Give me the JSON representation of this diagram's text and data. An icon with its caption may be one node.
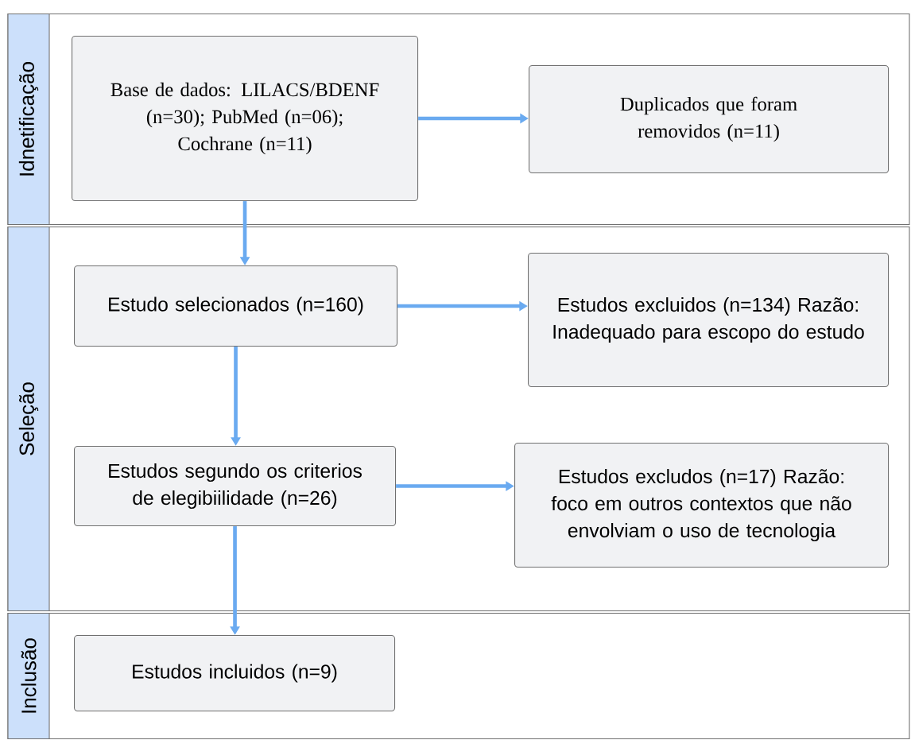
{
  "diagram": {
    "nodes": [
      {
        "text": [
          "Idnetificação"
        ]
      },
      {
        "text": [
          "Seleção"
        ]
      },
      {
        "text": [
          "Inclusão"
        ]
      },
      {
        "text": [
          "Base de dados: LILACS/BDENF (n=30); PubMed (n=06); Cochrane (n=11)"
        ],
        "in": 0
      },
      {
        "text": [
          "Duplicados que foram removidos (n=11)"
        ],
        "in": 0
      },
      {
        "text": [
          "Estudo selecionados (n=160)"
        ],
        "in": 1
      },
      {
        "text": [
          "Estudos excluidos (n=134) Razão: Inadequado para escopo do estudo"
        ],
        "in": 1
      },
      {
        "text": [
          "Estudos segundo os criterios de elegibiilidade  (n=26)"
        ],
        "in": 1
      },
      {
        "text": [
          "Estudos excludos (n=17) Razão: foco em outros contextos que não envolviam o uso de tecnologia"
        ],
        "in": 1
      },
      {
        "text": [
          "Estudos incluidos  (n=9)"
        ],
        "in": 2
      }
    ],
    "edges": [
      {
        "from": 3,
        "to": 4,
        "arrow": "to"
      },
      {
        "from": 3,
        "to": 5,
        "arrow": "to"
      },
      {
        "from": 5,
        "to": 6,
        "arrow": "to"
      },
      {
        "from": 5,
        "to": 7,
        "arrow": "to"
      },
      {
        "from": 7,
        "to": 8,
        "arrow": "to"
      },
      {
        "from": 7,
        "to": 9,
        "arrow": "to"
      }
    ]
  }
}
